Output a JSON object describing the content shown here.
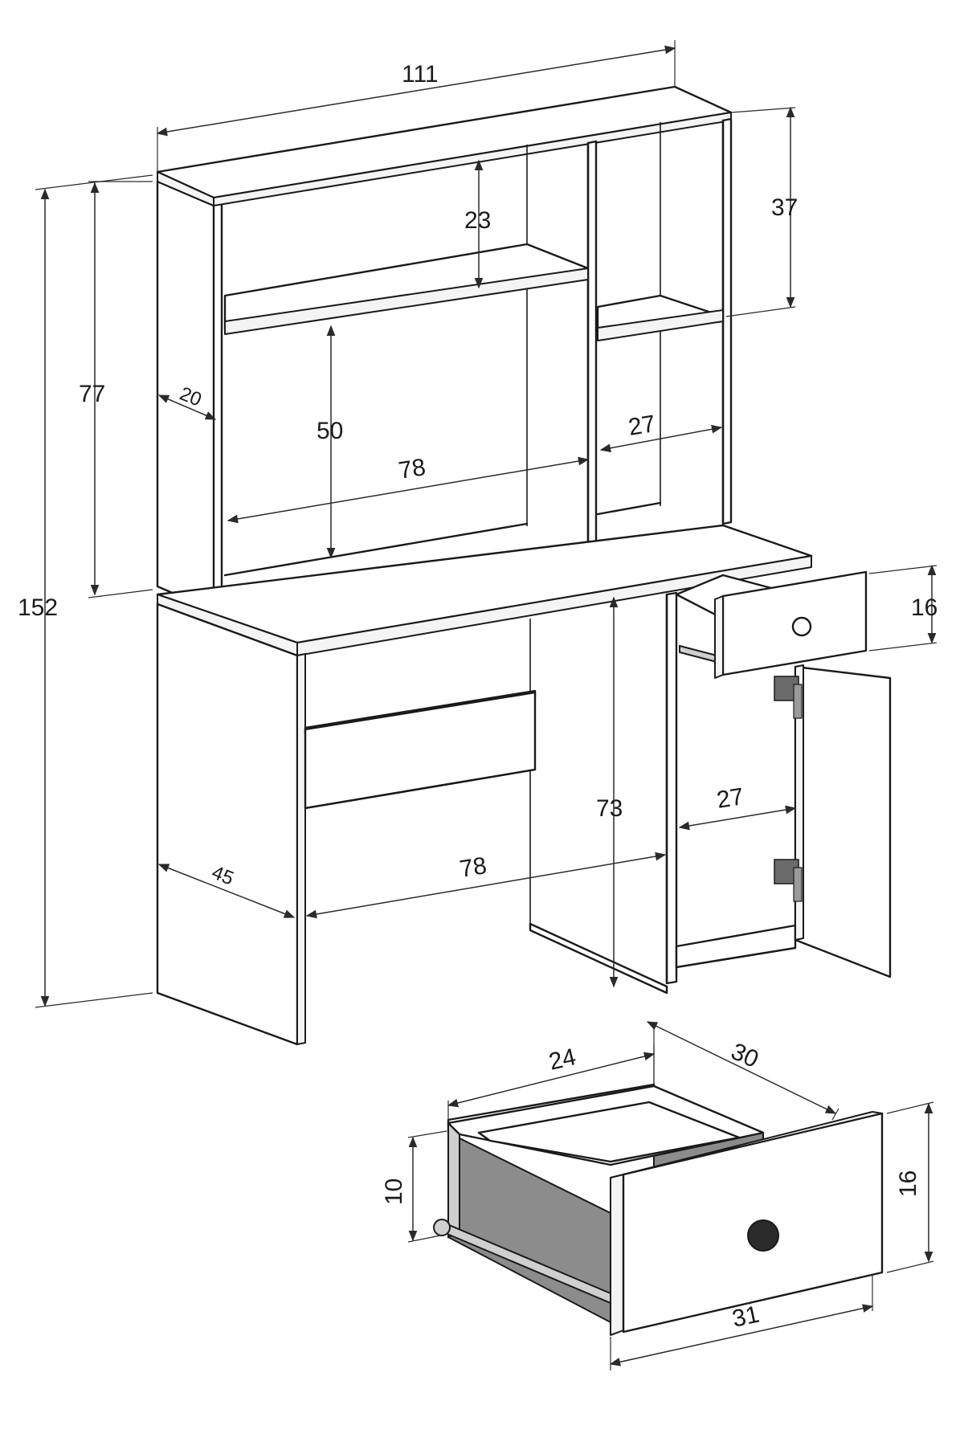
{
  "dimensions": {
    "total_width": "111",
    "total_height": "152",
    "hutch_height": "77",
    "hutch_top_height": "37",
    "shelf_gap": "23",
    "hutch_depth": "20",
    "inner_open_height": "50",
    "hutch_inner_width": "78",
    "hutch_side_width": "27",
    "desk_depth": "45",
    "desk_knee_width": "78",
    "desk_height": "73",
    "cabinet_inner_width": "27",
    "drawer_front_height_top": "16"
  },
  "drawer_detail": {
    "inner_width": "24",
    "depth": "30",
    "side_height": "10",
    "front_height": "16",
    "front_width": "31"
  }
}
